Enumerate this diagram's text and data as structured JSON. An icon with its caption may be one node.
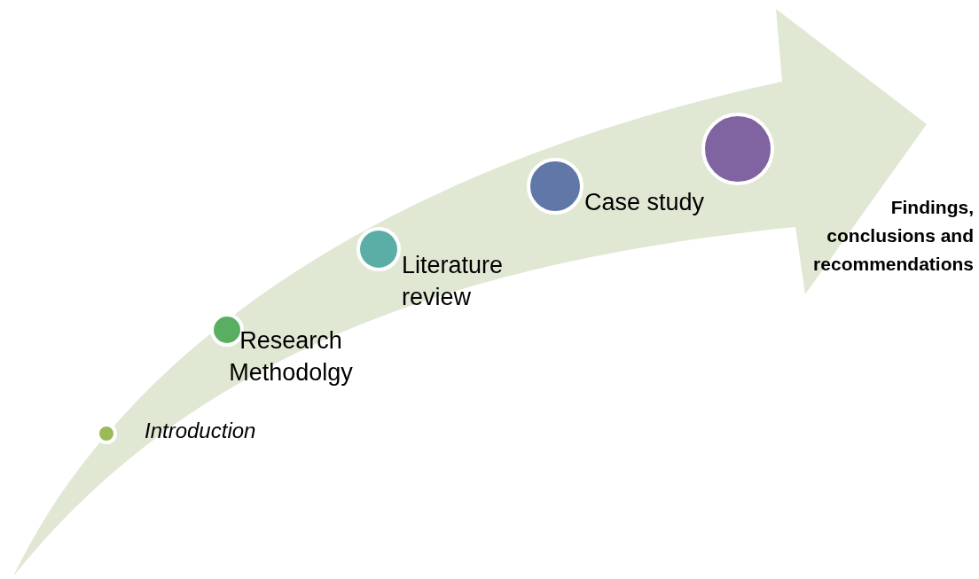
{
  "diagram": {
    "nodes": [
      {
        "text": [],
        "shape": "circle",
        "beside": [
          "Introduction"
        ]
      },
      {
        "text": [],
        "shape": "circle",
        "beside": [
          "Research Methodolgy"
        ]
      },
      {
        "text": [],
        "shape": "circle",
        "beside": [
          "Literature review"
        ]
      },
      {
        "text": [],
        "shape": "circle",
        "beside": [
          "Case study"
        ]
      },
      {
        "text": [],
        "shape": "circle",
        "beside": [
          "Findings, conclusions and recommendations"
        ]
      }
    ]
  }
}
